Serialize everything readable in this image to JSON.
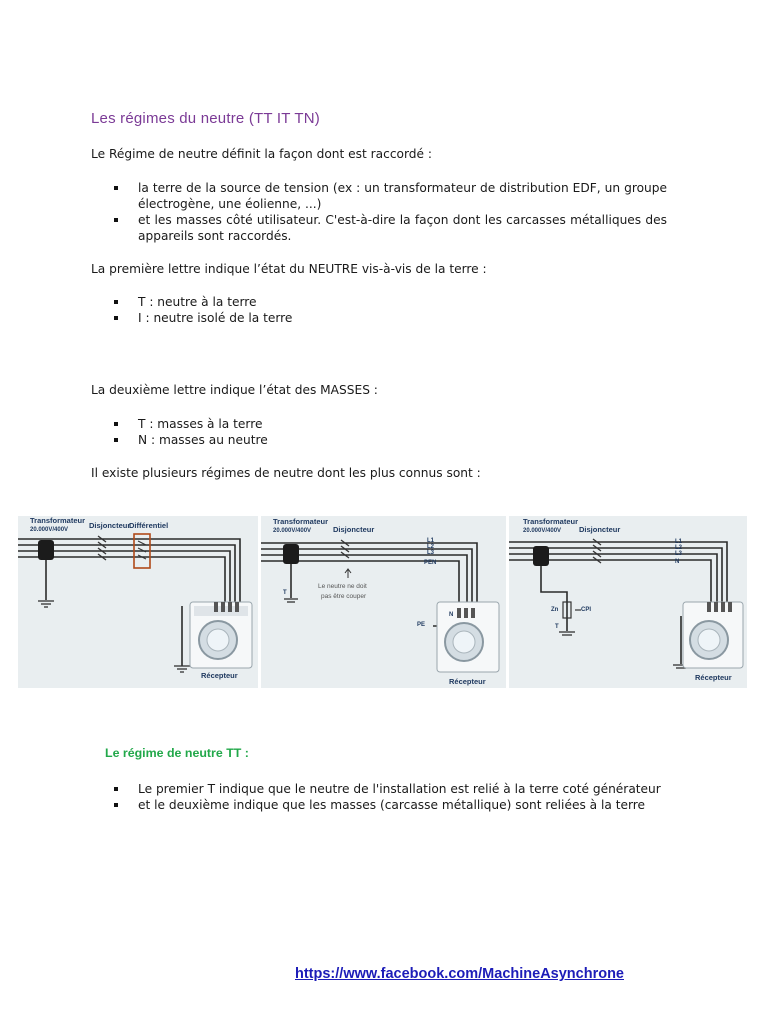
{
  "title": "Les régimes du neutre (TT IT TN)",
  "intro": "Le Régime de neutre définit la façon dont est raccordé :",
  "intro_bullets": [
    "la terre de la source de tension (ex : un transformateur de distribution EDF, un groupe électrogène, une éolienne, ...)",
    "et les masses côté utilisateur. C'est-à-dire la façon dont les carcasses métalliques des appareils sont raccordés."
  ],
  "first_letter": "La première lettre indique l’état du NEUTRE vis-à-vis de la terre :",
  "first_letter_bullets": [
    "T : neutre à la terre",
    "I : neutre isolé de la terre"
  ],
  "second_letter": "La deuxième lettre indique l’état des MASSES :",
  "second_letter_bullets": [
    "T : masses à la terre",
    "N : masses au neutre"
  ],
  "known_regimes": "Il existe plusieurs régimes de neutre dont les plus connus sont :",
  "diagrams": {
    "tt": {
      "transformer": "Transformateur",
      "voltage": "20.000V/400V",
      "breaker": "Disjoncteur",
      "differential": "Différentiel",
      "receiver": "Récepteur"
    },
    "tn": {
      "transformer": "Transformateur",
      "voltage": "20.000V/400V",
      "breaker": "Disjoncteur",
      "lines": [
        "L1",
        "L2",
        "L3",
        "PEN"
      ],
      "note_line1": "Le neutre ne doit",
      "note_line2": "pas être couper",
      "pe": "PE",
      "n": "N",
      "t": "T",
      "receiver": "Récepteur"
    },
    "it": {
      "transformer": "Transformateur",
      "voltage": "20.000V/400V",
      "breaker": "Disjoncteur",
      "lines": [
        "L1",
        "L2",
        "L3",
        "N"
      ],
      "zn": "Zn",
      "cpi": "CPI",
      "t": "T",
      "receiver": "Récepteur"
    }
  },
  "tt_section": {
    "title": "Le régime de neutre TT :",
    "bullets": [
      "Le premier T indique que le neutre de l'installation est relié à la terre coté générateur",
      "et le deuxième indique que les masses (carcasse métallique) sont reliées à la terre"
    ]
  },
  "link": "https://www.facebook.com/MachineAsynchrone"
}
